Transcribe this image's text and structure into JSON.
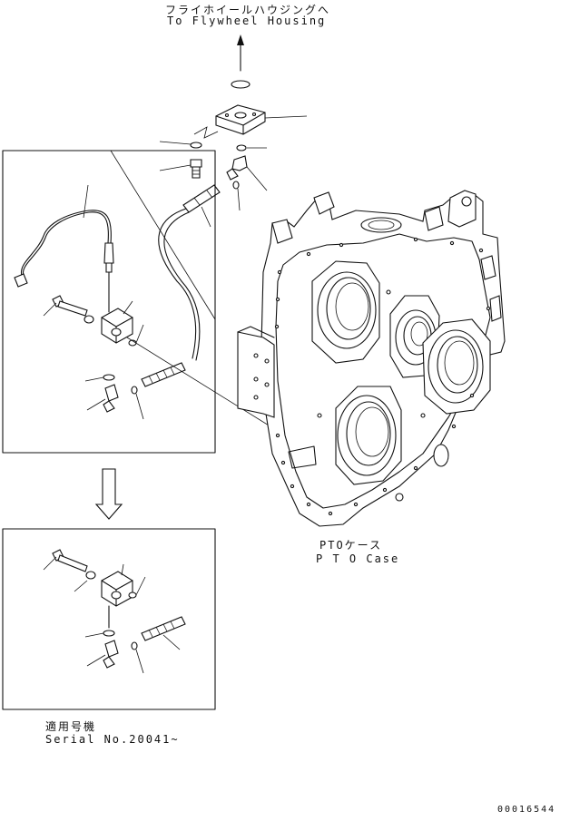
{
  "labels": {
    "flywheel_jp": "フライホイールハウジングへ",
    "flywheel_en": "To Flywheel Housing",
    "pto_jp": "PTOケース",
    "pto_en": "P T O Case",
    "serial_jp": "適用号機",
    "serial_en": "Serial No.20041~",
    "drawing_no": "00016544"
  },
  "colors": {
    "line": "#111111",
    "background": "#ffffff"
  }
}
